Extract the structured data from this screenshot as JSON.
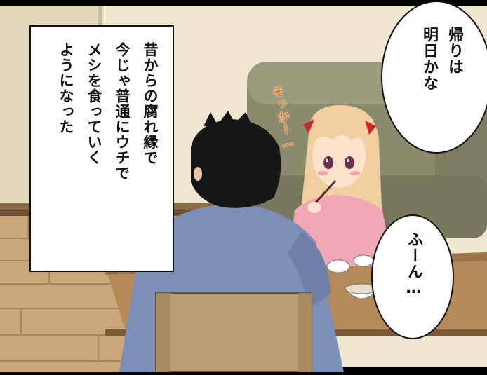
{
  "caption": {
    "lines": [
      "昔からの腐れ縁で",
      "今じゃ普通にウチで",
      "メシを食っていく",
      "ようになった"
    ]
  },
  "bubbles": {
    "top_right": [
      "帰りは",
      "明日かな"
    ],
    "bottom_right": [
      "ふーん…"
    ]
  },
  "sfx": {
    "girl": "そっかー…"
  },
  "colors": {
    "wall": "#efe6cf",
    "sofa": "#8a8a6d",
    "floor": "#c9a77a",
    "shirt_man": "#7c8fb7",
    "shirt_girl": "#f1a7b5",
    "hair_girl": "#f1cfa0",
    "hair_man": "#151515",
    "ribbon": "#d1242a",
    "chair": "#b89c74"
  }
}
